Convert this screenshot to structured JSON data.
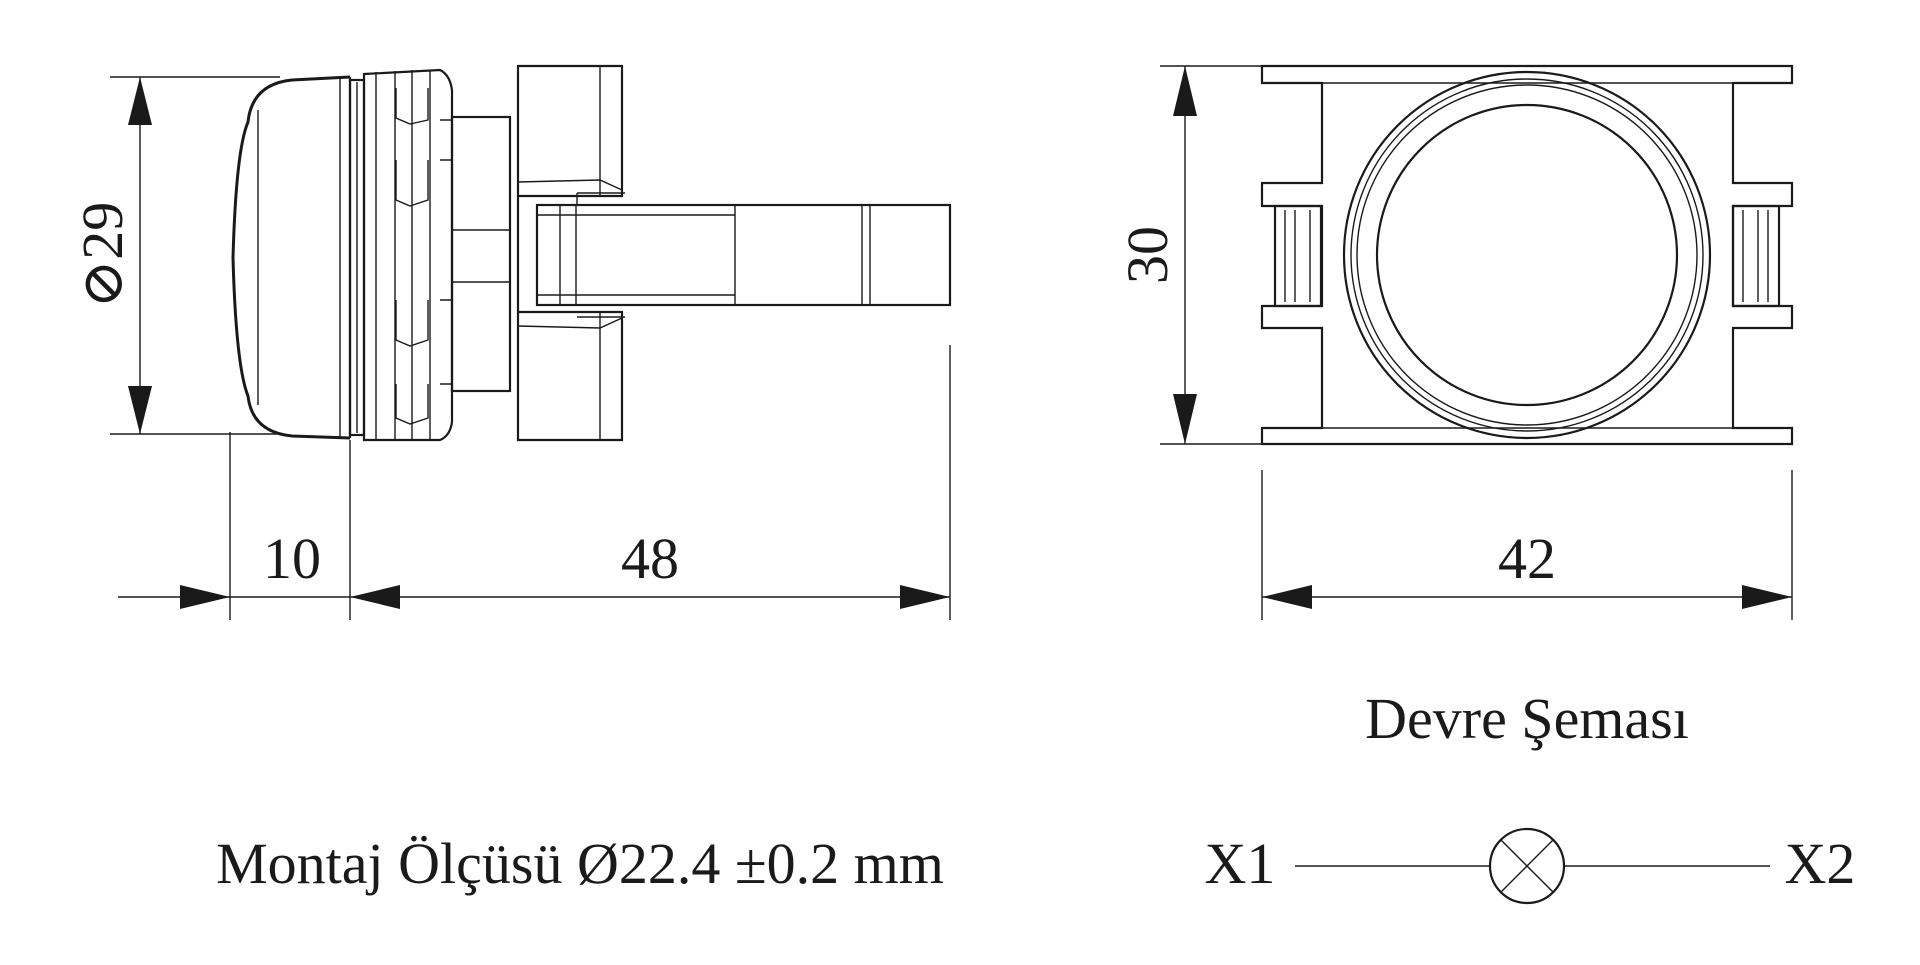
{
  "dimensions": {
    "diameter": "⊘29",
    "front_length": "10",
    "body_length": "48",
    "height": "30",
    "width": "42"
  },
  "labels": {
    "circuit_title": "Devre Şeması",
    "mounting": "Montaj Ölçüsü Ø22.4 ±0.2 mm",
    "terminal_left": "X1",
    "terminal_right": "X2"
  }
}
